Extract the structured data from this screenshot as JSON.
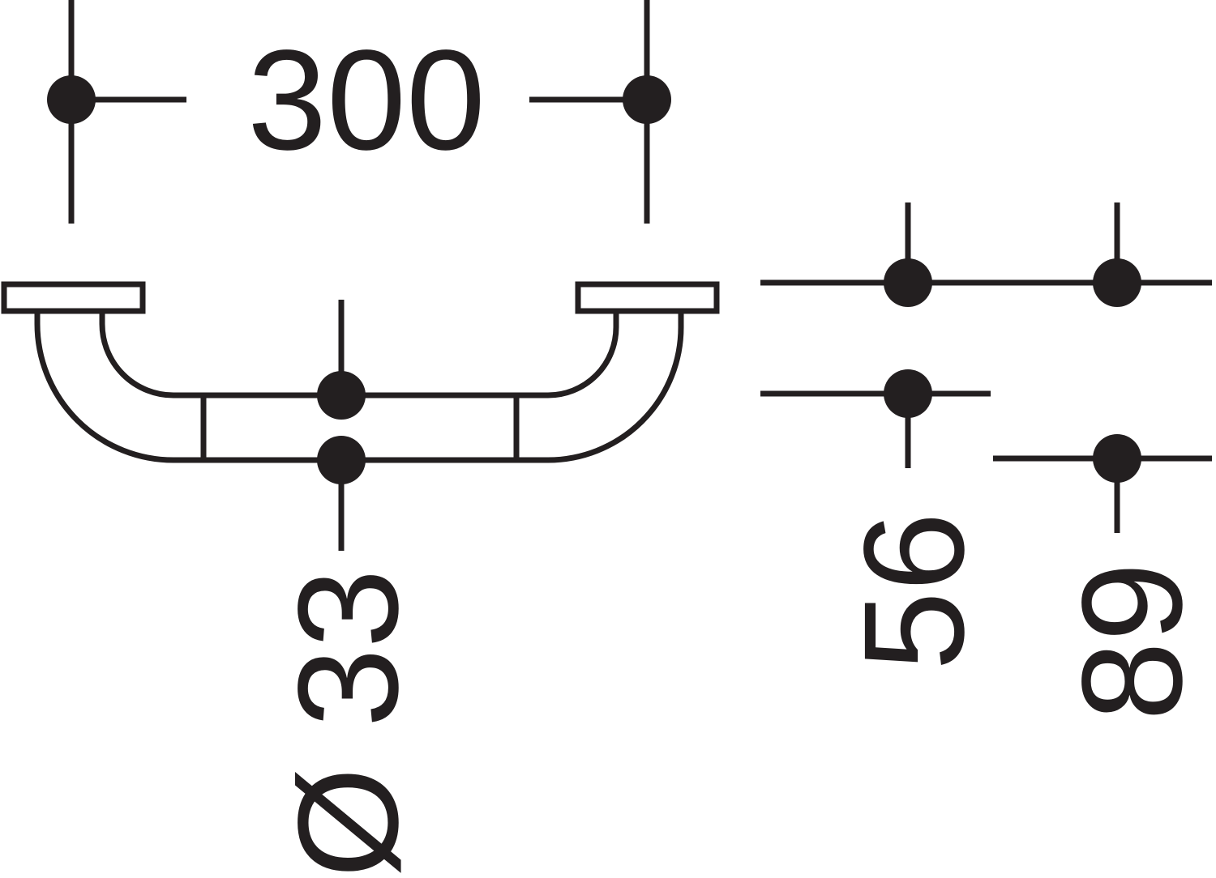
{
  "diagram": {
    "stroke_color": "#231f20",
    "background_color": "#ffffff",
    "dimensions": {
      "length": "300",
      "tube_diameter": "Ø 33",
      "projection_inner": "56",
      "projection_outer": "89"
    }
  }
}
